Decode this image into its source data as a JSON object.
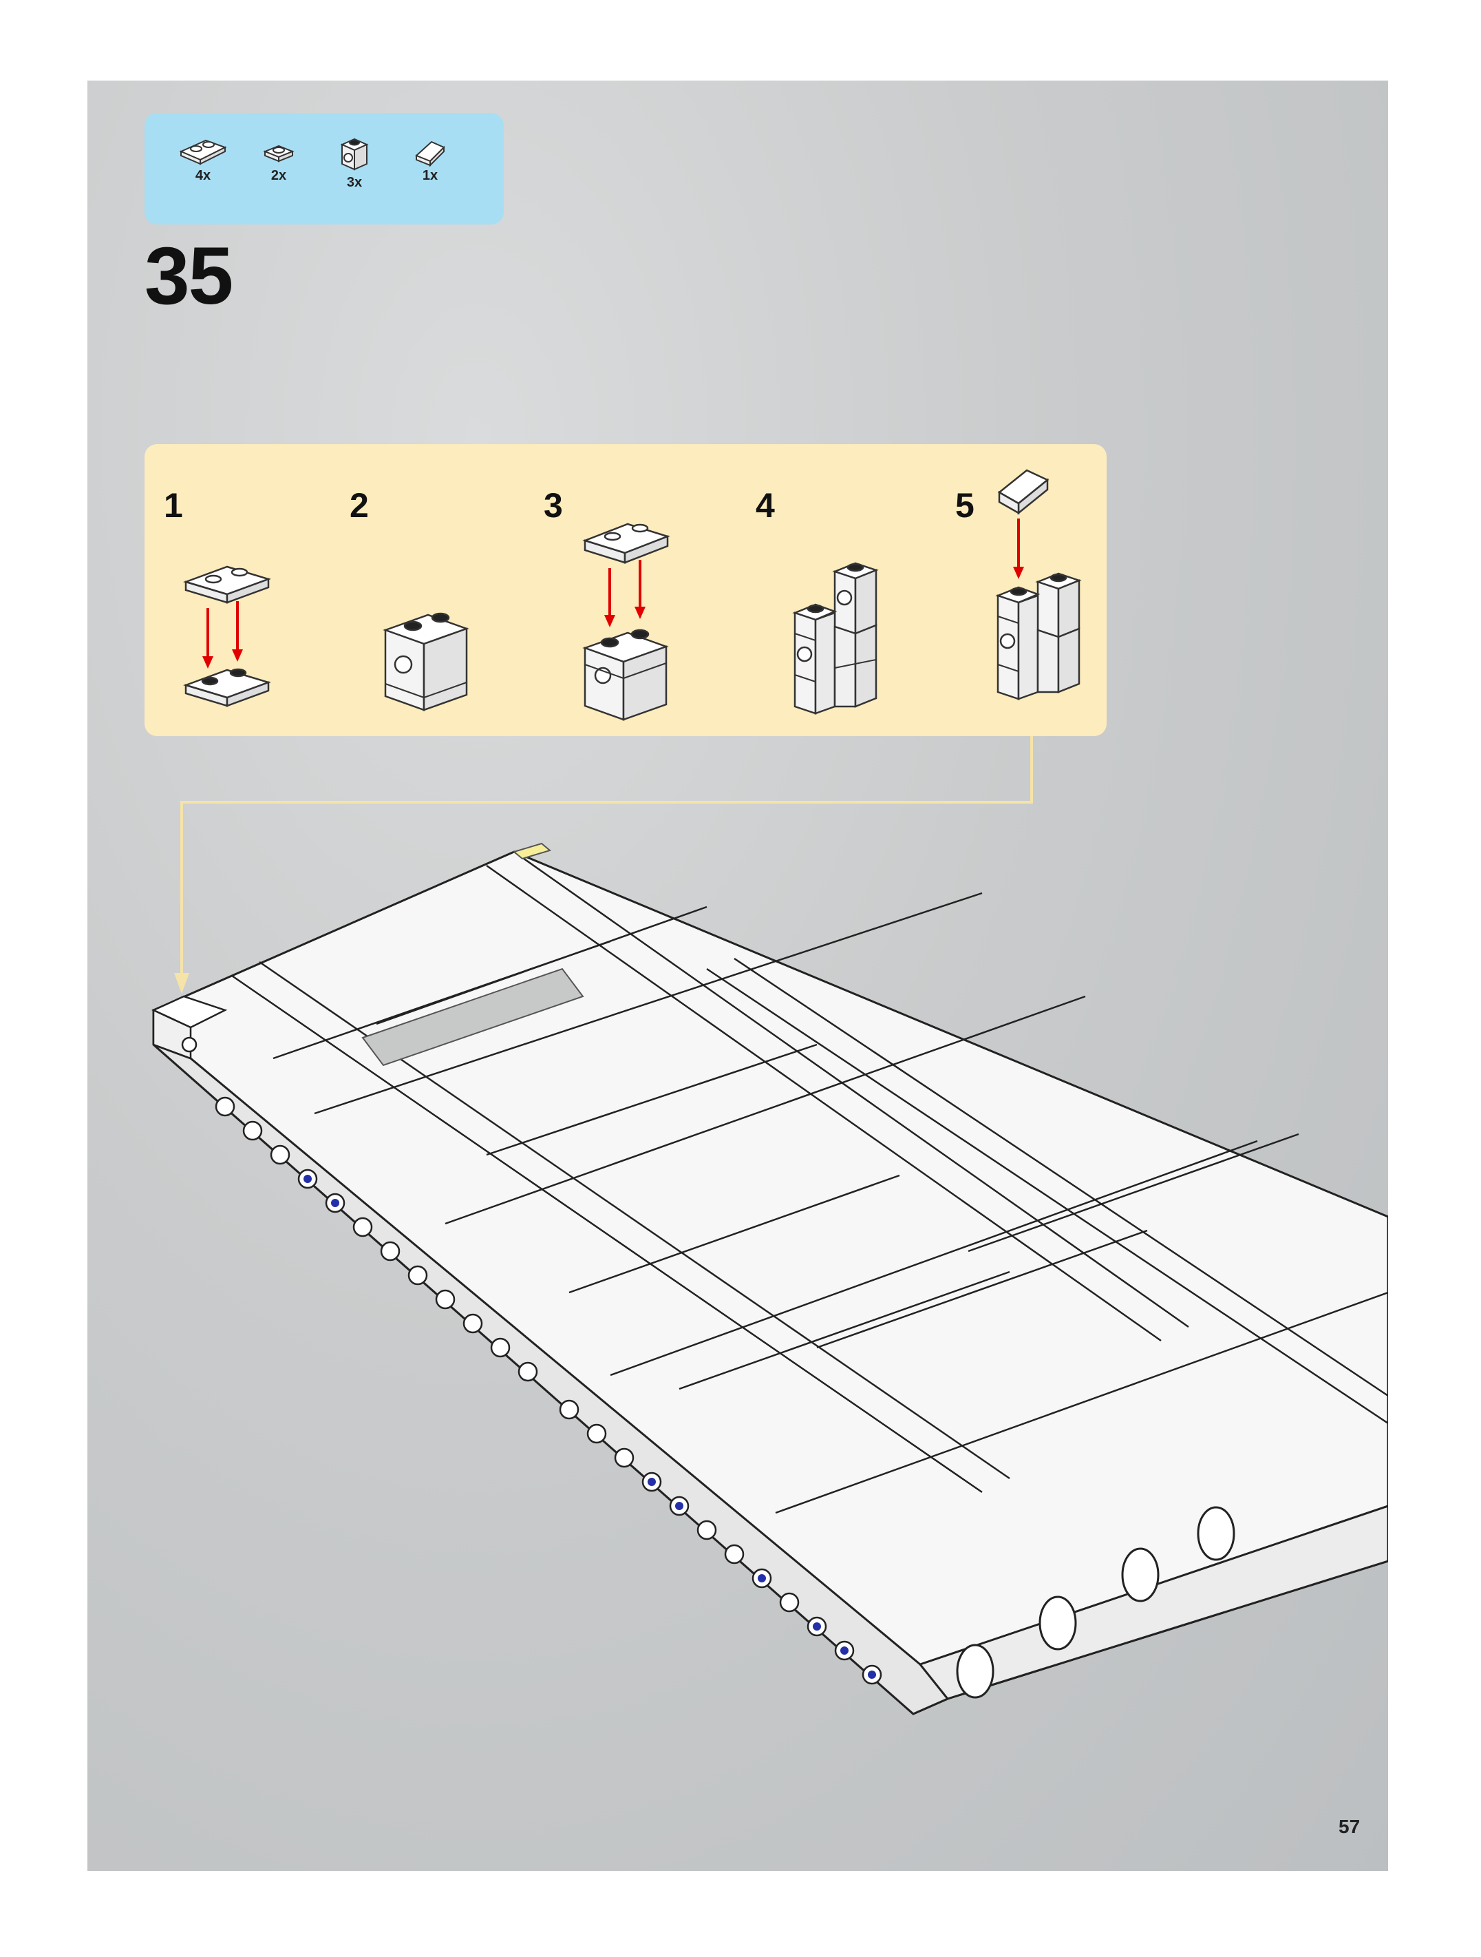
{
  "parts_list": {
    "items": [
      {
        "name": "plate-1x2-icon",
        "qty": "4x"
      },
      {
        "name": "plate-1x1-icon",
        "qty": "2x"
      },
      {
        "name": "brick-1x1-with-hole-icon",
        "qty": "3x"
      },
      {
        "name": "slope-1x1-icon",
        "qty": "1x"
      }
    ]
  },
  "step": {
    "number": "35"
  },
  "sub_steps": [
    {
      "label": "1"
    },
    {
      "label": "2"
    },
    {
      "label": "3"
    },
    {
      "label": "4"
    },
    {
      "label": "5"
    }
  ],
  "page": {
    "number": "57"
  },
  "colors": {
    "parts_box_bg": "#a8def3",
    "substep_box_bg": "#fdecbd",
    "arrow_red": "#e10000",
    "callout_line": "#f6e3a8",
    "brick_white": "#ffffff",
    "stud_dark": "#222222",
    "technic_pin_blue": "#2430a8"
  }
}
